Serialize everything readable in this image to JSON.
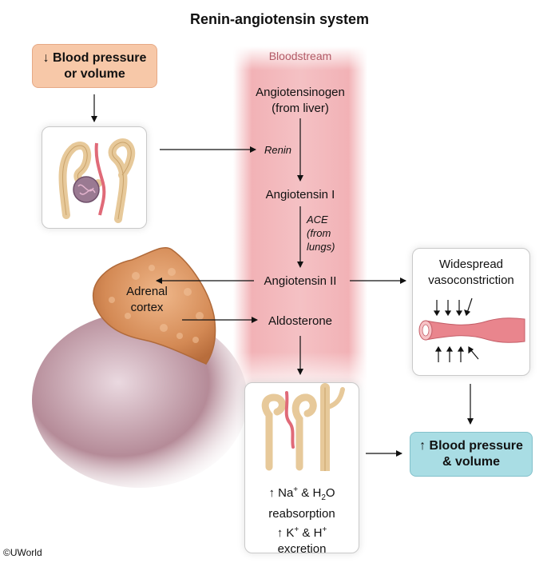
{
  "title": "Renin-angiotensin system",
  "bloodstream_label": "Bloodstream",
  "trigger": {
    "line1": "↓ Blood pressure",
    "line2": "or volume"
  },
  "outcome": {
    "line1": "↑ Blood pressure",
    "line2": "& volume"
  },
  "cascade": {
    "angiotensinogen_line1": "Angiotensinogen",
    "angiotensinogen_line2": "(from liver)",
    "renin": "Renin",
    "angiotensin_1": "Angiotensin I",
    "ace_line1": "ACE",
    "ace_line2": "(from",
    "ace_line3": "lungs)",
    "angiotensin_2": "Angiotensin II",
    "aldosterone": "Aldosterone"
  },
  "adrenal": {
    "line1": "Adrenal",
    "line2": "cortex"
  },
  "vasoconstriction": {
    "line1": "Widespread",
    "line2": "vasoconstriction"
  },
  "kidney_effects": {
    "na_prefix": "↑ Na",
    "na_sup": "+",
    "h2o_mid": " & H",
    "h2o_sub": "2",
    "h2o_end": "O",
    "reabsorption": "reabsorption",
    "k_prefix": "↑ K",
    "k_sup": "+",
    "h_mid": " & H",
    "h_sup": "+",
    "excretion": "excretion"
  },
  "copyright": "©UWorld",
  "colors": {
    "trigger_box": "#f7c8a8",
    "outcome_box": "#a9dde4",
    "bloodstream": "#f2b2b6",
    "bloodstream_label": "#b25a66",
    "adrenal": "#d98f5c"
  }
}
